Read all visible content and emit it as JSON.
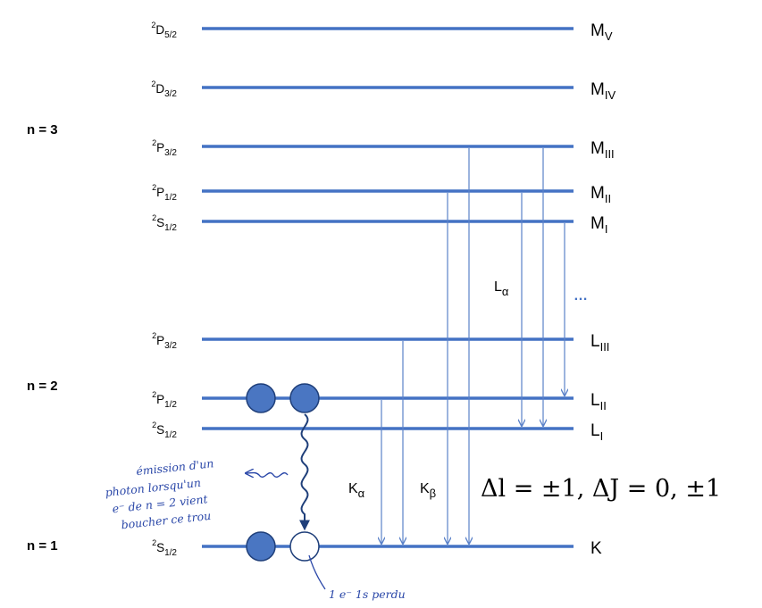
{
  "shells": {
    "n3": "n = 3",
    "n2": "n = 2",
    "n1": "n = 1"
  },
  "levels": [
    {
      "id": "mv",
      "term": {
        "sup": "2",
        "L": "D",
        "sub": "5/2"
      },
      "edge": {
        "main": "M",
        "sub": "V"
      }
    },
    {
      "id": "miv",
      "term": {
        "sup": "2",
        "L": "D",
        "sub": "3/2"
      },
      "edge": {
        "main": "M",
        "sub": "IV"
      }
    },
    {
      "id": "miii",
      "term": {
        "sup": "2",
        "L": "P",
        "sub": "3/2"
      },
      "edge": {
        "main": "M",
        "sub": "III"
      }
    },
    {
      "id": "mii",
      "term": {
        "sup": "2",
        "L": "P",
        "sub": "1/2"
      },
      "edge": {
        "main": "M",
        "sub": "II"
      }
    },
    {
      "id": "mi",
      "term": {
        "sup": "2",
        "L": "S",
        "sub": "1/2"
      },
      "edge": {
        "main": "M",
        "sub": "I"
      }
    },
    {
      "id": "liii",
      "term": {
        "sup": "2",
        "L": "P",
        "sub": "3/2"
      },
      "edge": {
        "main": "L",
        "sub": "III"
      }
    },
    {
      "id": "lii",
      "term": {
        "sup": "2",
        "L": "P",
        "sub": "1/2"
      },
      "edge": {
        "main": "L",
        "sub": "II"
      }
    },
    {
      "id": "li",
      "term": {
        "sup": "2",
        "L": "S",
        "sub": "1/2"
      },
      "edge": {
        "main": "L",
        "sub": "I"
      }
    },
    {
      "id": "k",
      "term": {
        "sup": "2",
        "L": "S",
        "sub": "1/2"
      },
      "edge": {
        "main": "K",
        "sub": ""
      }
    }
  ],
  "transitions": {
    "l_alpha": {
      "main": "L",
      "sub": "α"
    },
    "k_alpha": {
      "main": "K",
      "sub": "α"
    },
    "k_beta": {
      "main": "K",
      "sub": "β"
    },
    "ellipsis": "…"
  },
  "selection_rule": "Δl = ±1, ΔJ = 0, ±1",
  "annotations": {
    "photon": [
      "émission d'un",
      "photon lorsqu'un",
      "e⁻ de n = 2 vient",
      "boucher ce trou"
    ],
    "hole": "1 e⁻ 1s perdu"
  },
  "colors": {
    "level_line": "#4472c4",
    "arrow": "#5b82c9",
    "electron_fill": "#4a76c2",
    "electron_stroke": "#1f3f7a",
    "handwriting": "#2a47a8"
  }
}
